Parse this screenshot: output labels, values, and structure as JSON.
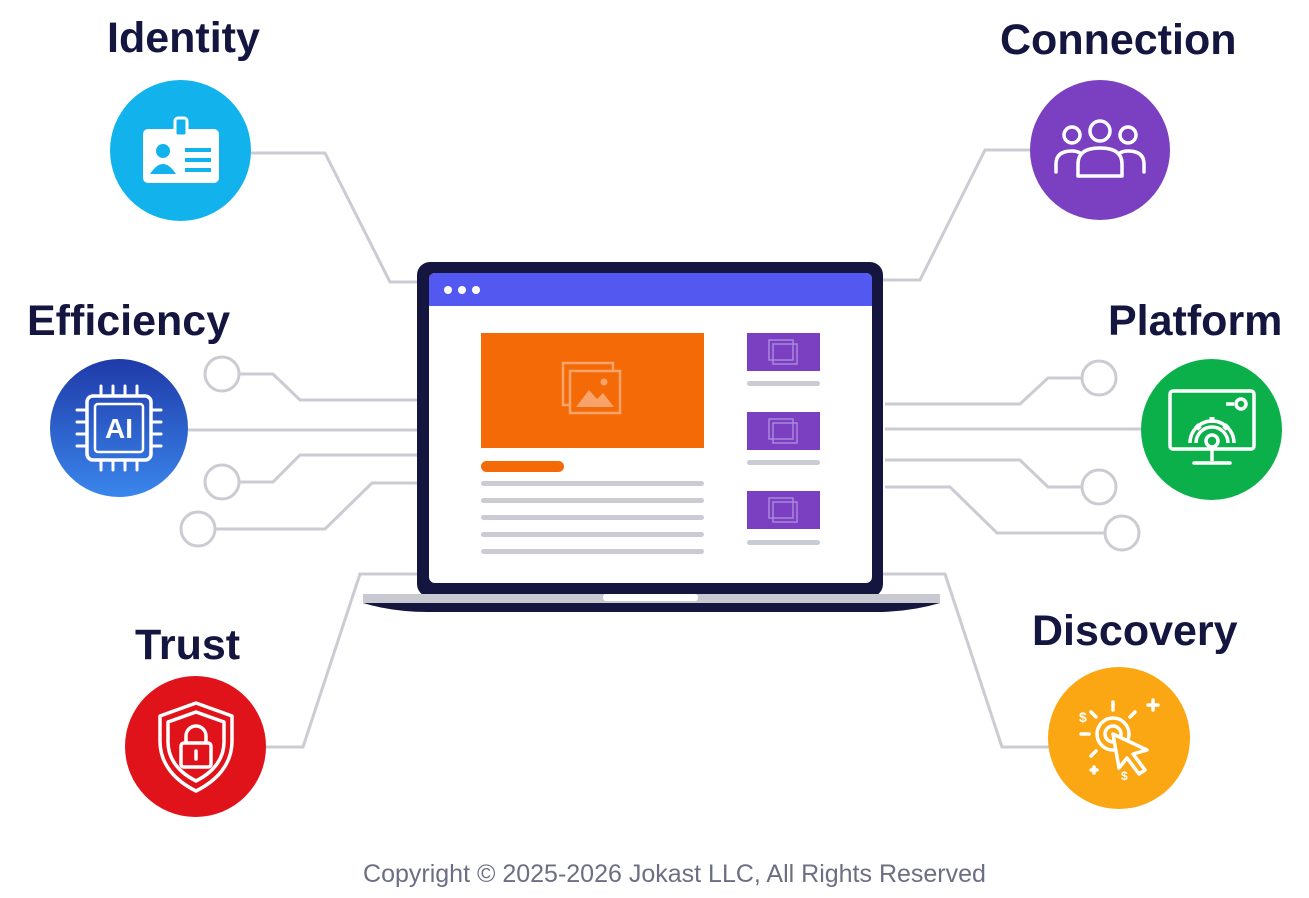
{
  "features": {
    "identity": {
      "label": "Identity",
      "icon": "id-card-icon",
      "color": "#12b3ec"
    },
    "connection": {
      "label": "Connection",
      "icon": "people-group-icon",
      "color": "#7b3fc1"
    },
    "efficiency": {
      "label": "Efficiency",
      "icon": "ai-chip-icon",
      "color": "#2a5fd4"
    },
    "platform": {
      "label": "Platform",
      "icon": "monitor-gear-icon",
      "color": "#0bb04b"
    },
    "trust": {
      "label": "Trust",
      "icon": "shield-lock-icon",
      "color": "#e0121a"
    },
    "discovery": {
      "label": "Discovery",
      "icon": "cursor-click-icon",
      "color": "#fba613"
    }
  },
  "colors": {
    "navy": "#141640",
    "browser_bar": "#5358f0",
    "hero_image": "#f46a07",
    "thumbnail": "#7b3fc1",
    "wire": "#cbccd3"
  },
  "footer": {
    "copyright": "Copyright © 2025-2026 Jokast LLC, All Rights Reserved"
  }
}
